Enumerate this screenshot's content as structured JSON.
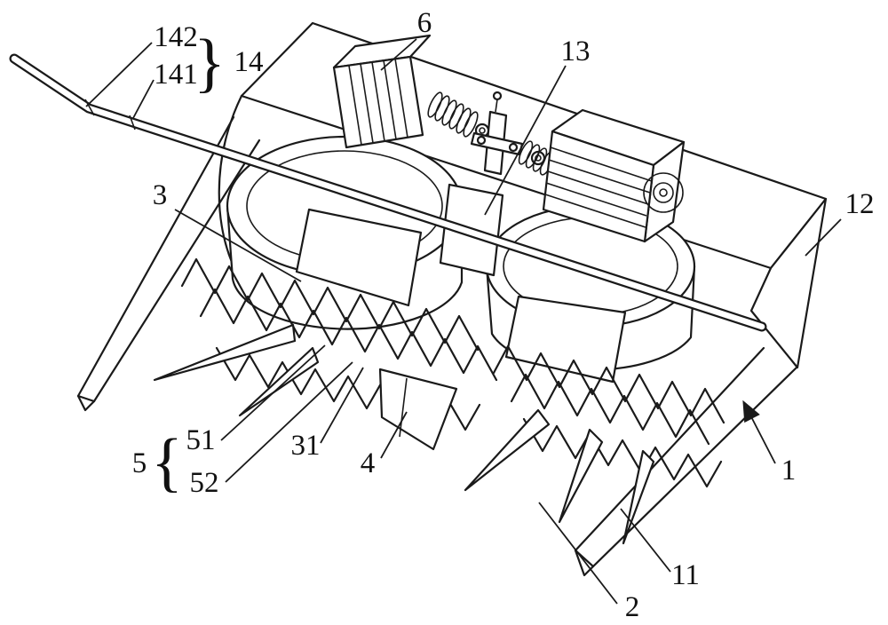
{
  "figure": {
    "background": "#ffffff",
    "line_color": "#1a1a1a",
    "label_color": "#111111"
  },
  "labels": {
    "part_142": "142",
    "part_141": "141",
    "group_14": "14",
    "part_6": "6",
    "part_13": "13",
    "part_12": "12",
    "part_3": "3",
    "group_5": "5",
    "part_51": "51",
    "part_52": "52",
    "part_31": "31",
    "part_4": "4",
    "part_1": "1",
    "part_11": "11",
    "part_2": "2"
  },
  "glyphs": {
    "brace_close": "}",
    "brace_open": "{"
  }
}
